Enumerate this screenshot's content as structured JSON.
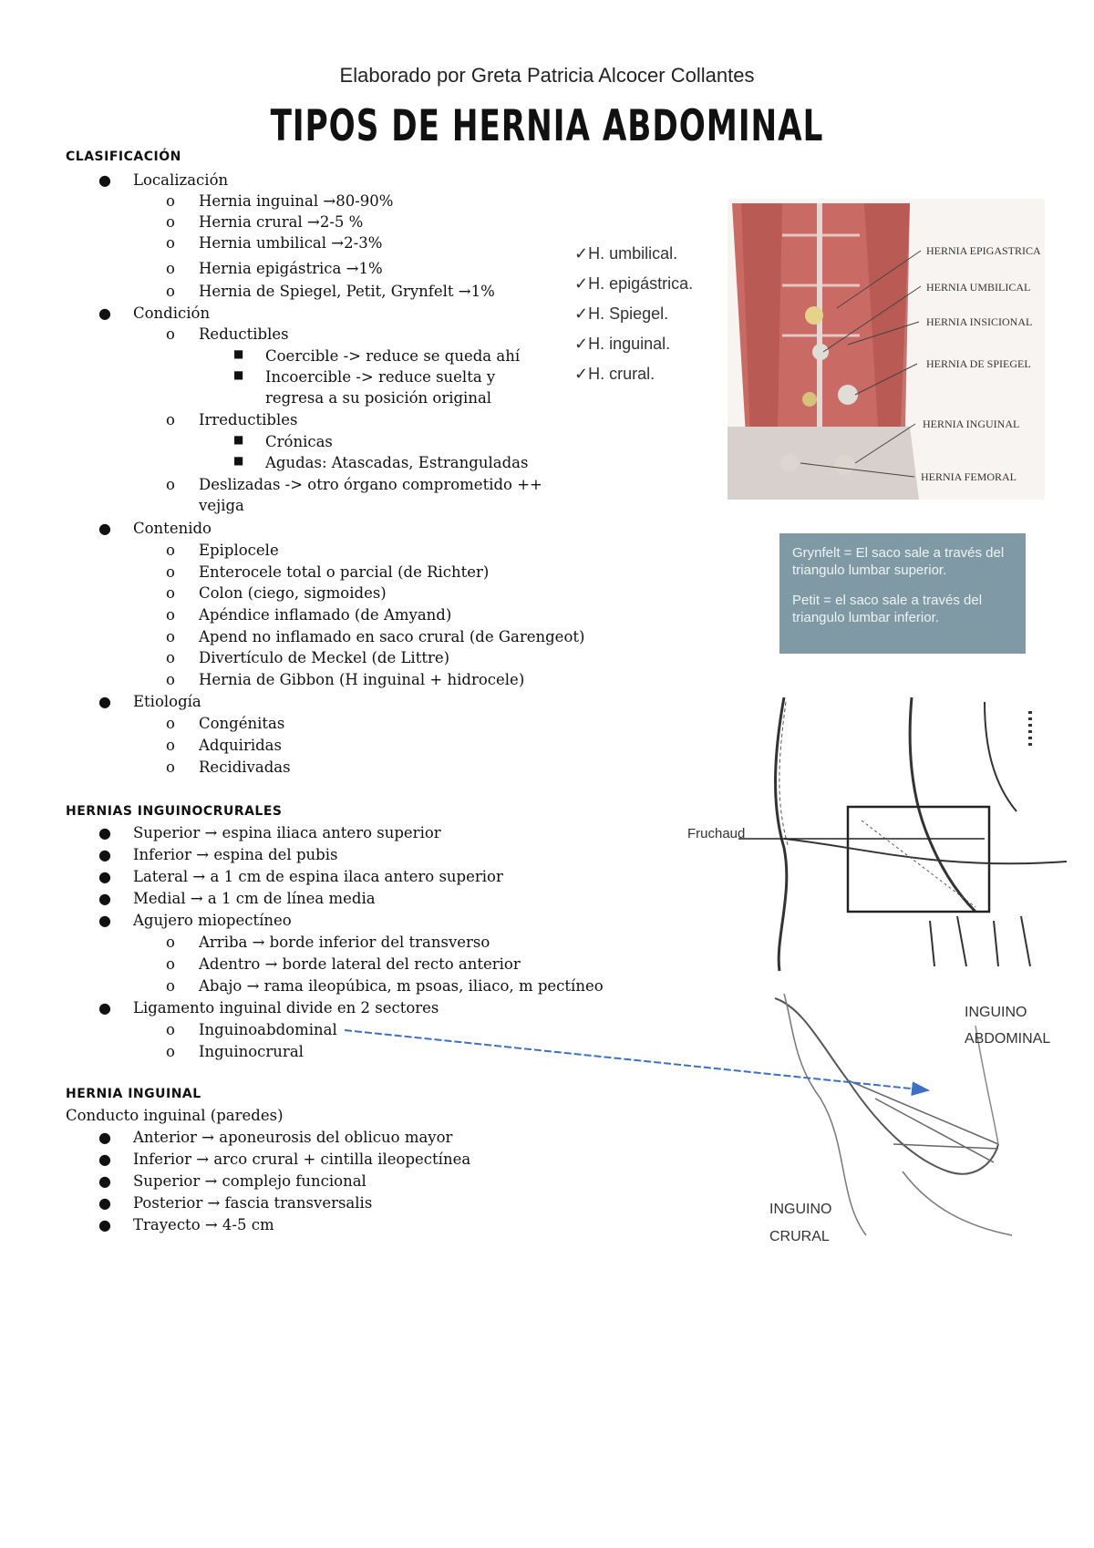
{
  "author": "Elaborado por Greta Patricia Alcocer Collantes",
  "title": "TIPOS DE HERNIA ABDOMINAL",
  "section1": {
    "heading": "CLASIFICACIÓN",
    "localizacion": {
      "label": "Localización",
      "items": [
        "Hernia inguinal →80-90%",
        "Hernia crural →2-5 %",
        "Hernia umbilical →2-3%",
        "Hernia epigástrica →1%",
        "Hernia de Spiegel, Petit, Grynfelt →1%"
      ]
    },
    "condicion": {
      "label": "Condición",
      "reductibles": "Reductibles",
      "coercible": "Coercible -> reduce se queda ahí",
      "incoercible_l1": "Incoercible    ->    reduce    suelta    y",
      "incoercible_l2": "regresa a su posición original",
      "irreductibles": "Irreductibles",
      "cronicas": "Crónicas",
      "agudas": "Agudas: Atascadas, Estranguladas",
      "deslizadas_l1": "Deslizadas -> otro órgano comprometido ++",
      "deslizadas_l2": "vejiga"
    },
    "contenido": {
      "label": "Contenido",
      "items": [
        "Epiplocele",
        "Enterocele total o parcial (de Richter)",
        "Colon (ciego, sigmoides)",
        "Apéndice inflamado (de Amyand)",
        "Apend no inflamado en saco crural (de Garengeot)",
        "Divertículo de Meckel (de Littre)",
        "Hernia de Gibbon (H inguinal + hidrocele)"
      ]
    },
    "etiologia": {
      "label": "Etiología",
      "items": [
        "Congénitas",
        "Adquiridas",
        "Recidivadas"
      ]
    }
  },
  "section2": {
    "heading": "HERNIAS INGUINOCRURALES",
    "items": [
      "Superior → espina iliaca antero superior",
      "Inferior → espina del pubis",
      "Lateral → a 1 cm de espina ilaca antero superior",
      "Medial → a 1 cm de línea media",
      "Agujero miopectíneo"
    ],
    "miopectineo": [
      "Arriba → borde inferior del transverso",
      "Adentro → borde lateral del recto anterior",
      "Abajo → rama ileopúbica, m psoas, iliaco, m pectíneo"
    ],
    "ligamento": "Ligamento inguinal divide en 2 sectores",
    "sectores": [
      "Inguinoabdominal",
      "Inguinocrural"
    ]
  },
  "section3": {
    "heading": "HERNIA INGUINAL",
    "subheading": "Conducto inguinal (paredes)",
    "items": [
      "Anterior → aponeurosis del oblicuo mayor",
      "Inferior → arco crural + cintilla ileopectínea",
      "Superior → complejo funcional",
      "Posterior → fascia transversalis",
      "Trayecto → 4-5 cm"
    ]
  },
  "checklist": [
    "H. umbilical.",
    "H. epigástrica.",
    "H. Spiegel.",
    "H. inguinal.",
    "H. crural."
  ],
  "figure1_labels": [
    "HERNIA EPIGASTRICA",
    "HERNIA UMBILICAL",
    "HERNIA INSICIONAL",
    "HERNIA DE SPIEGEL",
    "HERNIA INGUINAL",
    "HERNIA FEMORAL"
  ],
  "infobox": {
    "grynfelt": "Grynfelt = El saco sale a través del triangulo lumbar superior.",
    "petit": "Petit = el saco sale a través del triangulo lumbar inferior."
  },
  "figure2_label": "Fruchaud",
  "figure3_labels": {
    "top_l1": "INGUINO",
    "top_l2": "ABDOMINAL",
    "bottom_l1": "INGUINO",
    "bottom_l2": "CRURAL"
  }
}
